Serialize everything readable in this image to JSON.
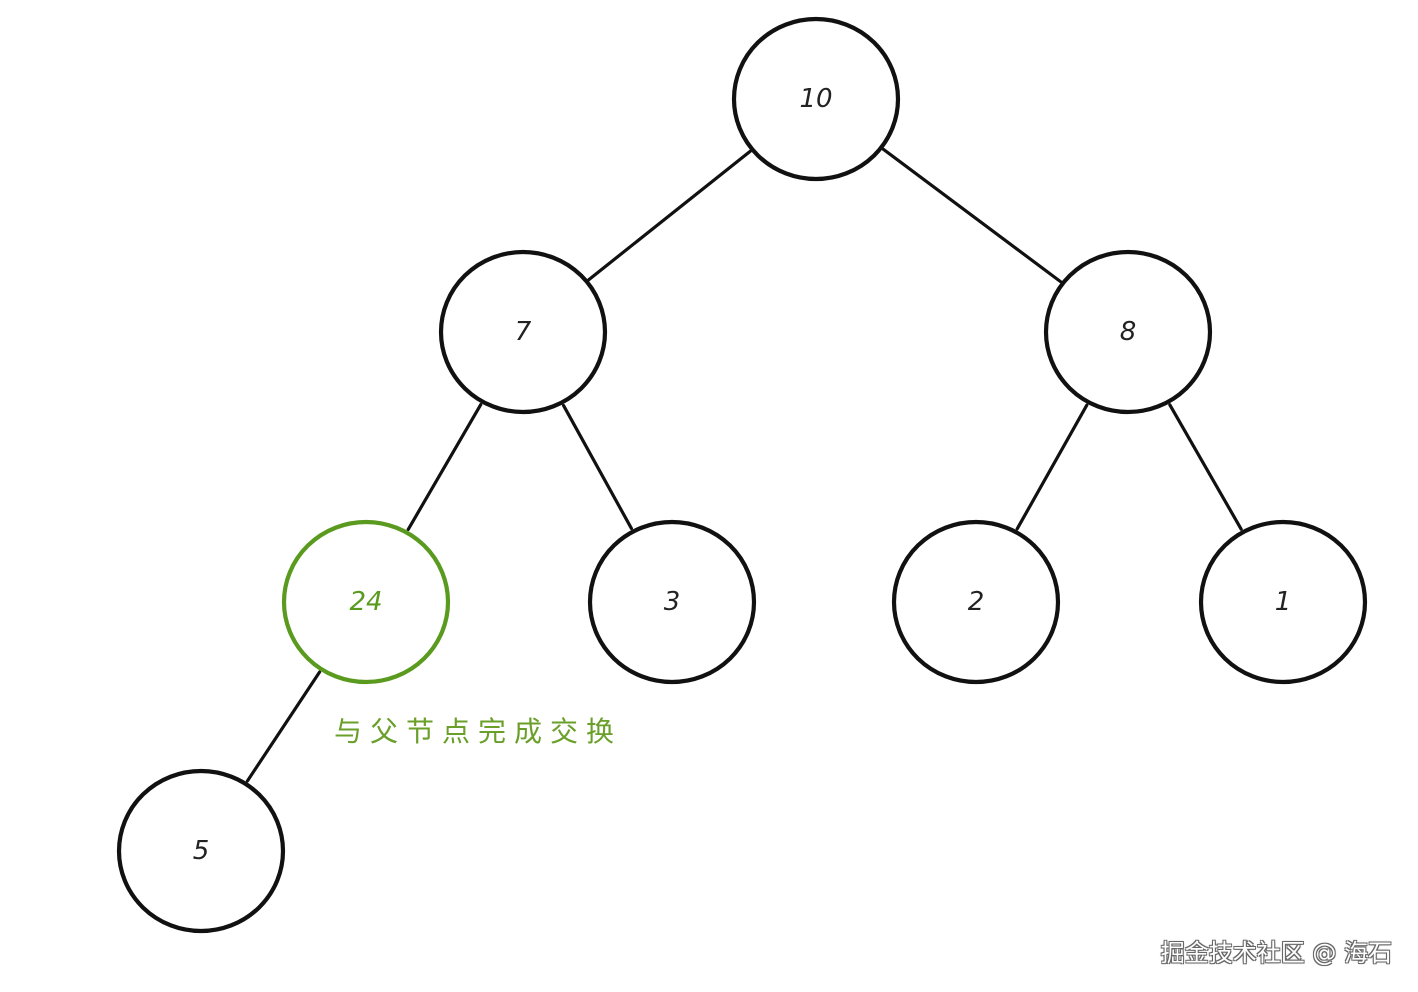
{
  "diagram": {
    "type": "binary-tree",
    "nodes": [
      {
        "id": "n10",
        "label": "10",
        "highlight": false
      },
      {
        "id": "n7",
        "label": "7",
        "highlight": false
      },
      {
        "id": "n8",
        "label": "8",
        "highlight": false
      },
      {
        "id": "n24",
        "label": "24",
        "highlight": true
      },
      {
        "id": "n3",
        "label": "3",
        "highlight": false
      },
      {
        "id": "n2",
        "label": "2",
        "highlight": false
      },
      {
        "id": "n1",
        "label": "1",
        "highlight": false
      },
      {
        "id": "n5",
        "label": "5",
        "highlight": false
      }
    ],
    "edges": [
      {
        "from": "n10",
        "to": "n7"
      },
      {
        "from": "n10",
        "to": "n8"
      },
      {
        "from": "n7",
        "to": "n24"
      },
      {
        "from": "n7",
        "to": "n3"
      },
      {
        "from": "n8",
        "to": "n2"
      },
      {
        "from": "n8",
        "to": "n1"
      },
      {
        "from": "n24",
        "to": "n5"
      }
    ],
    "annotation": "与父节点完成交换"
  },
  "colors": {
    "stroke": "#111111",
    "highlight": "#5a9a1e",
    "annotation": "#6a9f2a"
  },
  "watermark": "掘金技术社区 @ 海石"
}
